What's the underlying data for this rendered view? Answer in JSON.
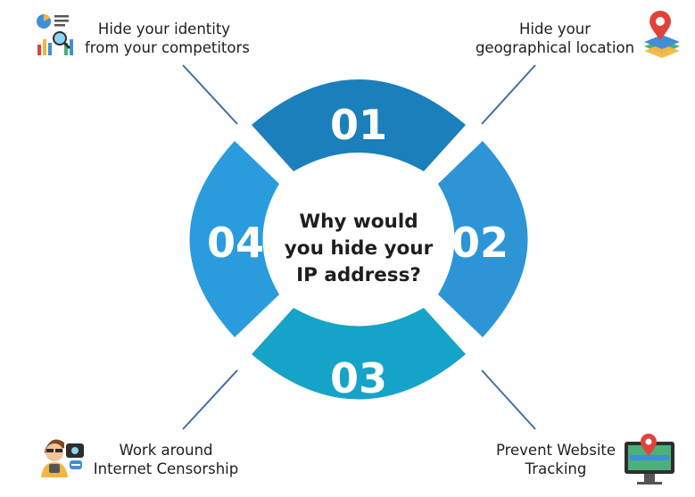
{
  "center": {
    "lines": [
      "Why would",
      "you hide your",
      "IP address?"
    ]
  },
  "segments": [
    {
      "number": "01",
      "color": "#1B7FBC"
    },
    {
      "number": "02",
      "color": "#2D94D6"
    },
    {
      "number": "03",
      "color": "#16A3C8"
    },
    {
      "number": "04",
      "color": "#2A9CDD"
    }
  ],
  "reasons": [
    {
      "lines": [
        "Hide your identity",
        "from your competitors"
      ],
      "icon": "analytics-search-icon"
    },
    {
      "lines": [
        "Hide your",
        "geographical location"
      ],
      "icon": "map-pin-icon"
    },
    {
      "lines": [
        "Prevent Website",
        "Tracking"
      ],
      "icon": "monitor-location-icon"
    },
    {
      "lines": [
        "Work around",
        "Internet Censorship"
      ],
      "icon": "person-chat-icon"
    }
  ],
  "colors": {
    "text": "#1e1e1e",
    "connector": "#3F6FA8",
    "accent_red": "#E0433B"
  }
}
